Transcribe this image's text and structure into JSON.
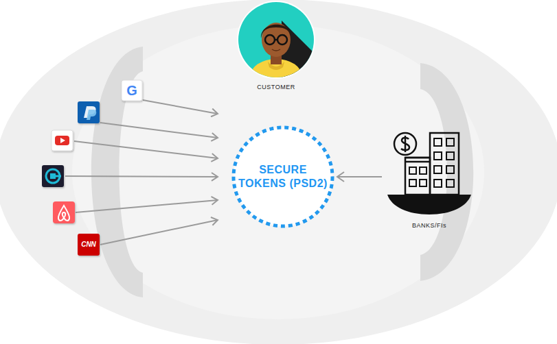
{
  "diagram": {
    "nodes": [
      {
        "text": [
          "CUSTOMER"
        ]
      },
      {
        "text": [
          "SECURE TOKENS (PSD2)"
        ]
      },
      {
        "text": [
          "BANKS/FIs"
        ]
      }
    ],
    "edges": [
      {
        "from": 2,
        "to": 1,
        "arrow": "to"
      }
    ],
    "labels": [
      "G",
      "CNN"
    ]
  }
}
